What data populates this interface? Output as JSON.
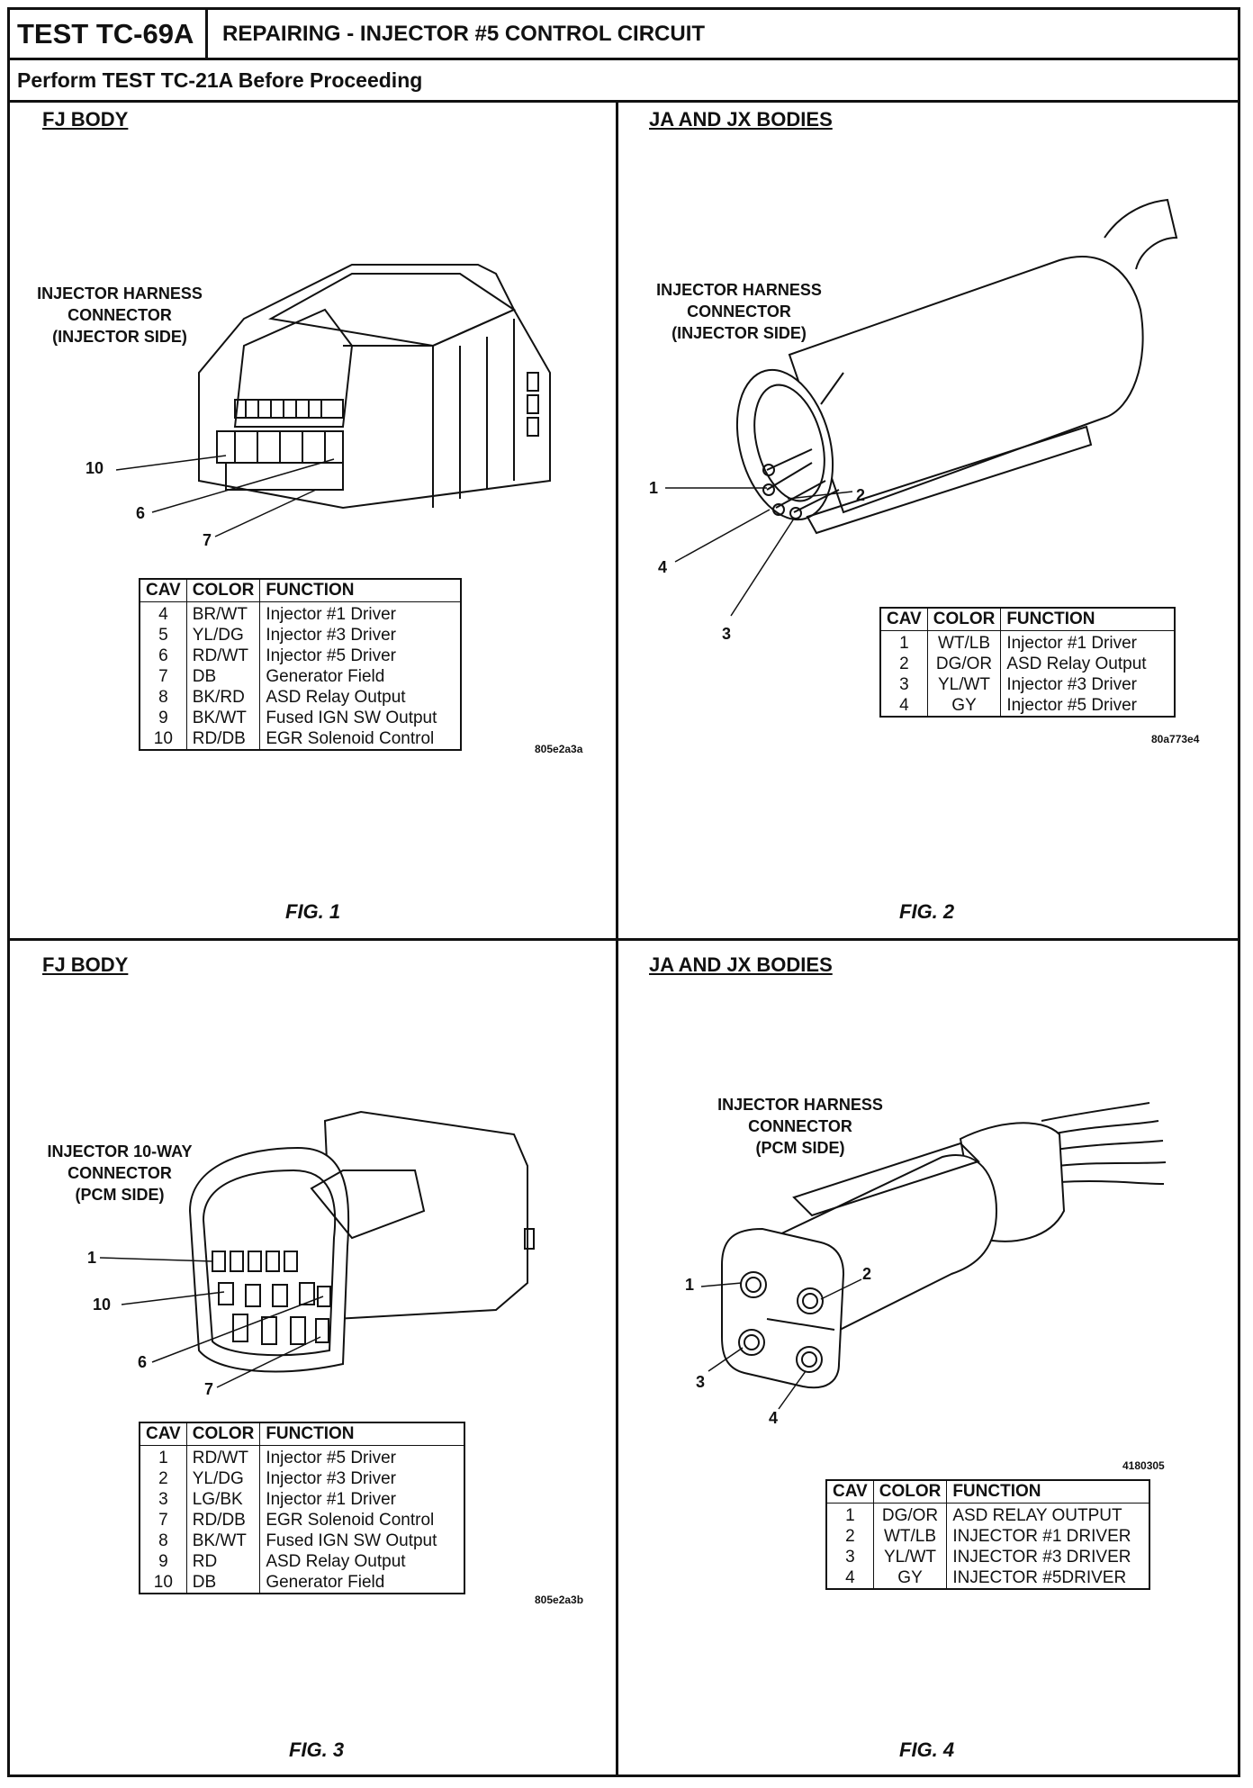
{
  "header": {
    "test_id": "TEST TC-69A",
    "title": "REPAIRING - INJECTOR #5 CONTROL CIRCUIT",
    "subtitle": "Perform TEST TC-21A Before Proceeding"
  },
  "panels": [
    {
      "title": "FJ BODY",
      "callout": [
        "INJECTOR HARNESS",
        "CONNECTOR",
        "(INJECTOR SIDE)"
      ],
      "pins": [
        "10",
        "6",
        "7"
      ],
      "table_headers": [
        "CAV",
        "COLOR",
        "FUNCTION"
      ],
      "rows": [
        [
          "4",
          "BR/WT",
          "Injector #1 Driver"
        ],
        [
          "5",
          "YL/DG",
          "Injector #3 Driver"
        ],
        [
          "6",
          "RD/WT",
          "Injector #5 Driver"
        ],
        [
          "7",
          "DB",
          "Generator Field"
        ],
        [
          "8",
          "BK/RD",
          "ASD Relay Output"
        ],
        [
          "9",
          "BK/WT",
          "Fused IGN SW Output"
        ],
        [
          "10",
          "RD/DB",
          "EGR Solenoid Control"
        ]
      ],
      "code": "805e2a3a",
      "fig": "FIG. 1"
    },
    {
      "title": "JA AND JX BODIES",
      "callout": [
        "INJECTOR HARNESS",
        "CONNECTOR",
        "(INJECTOR SIDE)"
      ],
      "pins": [
        "1",
        "2",
        "4",
        "3"
      ],
      "table_headers": [
        "CAV",
        "COLOR",
        "FUNCTION"
      ],
      "rows": [
        [
          "1",
          "WT/LB",
          "Injector #1 Driver"
        ],
        [
          "2",
          "DG/OR",
          "ASD Relay Output"
        ],
        [
          "3",
          "YL/WT",
          "Injector #3 Driver"
        ],
        [
          "4",
          "GY",
          "Injector #5 Driver"
        ]
      ],
      "code": "80a773e4",
      "fig": "FIG. 2"
    },
    {
      "title": "FJ BODY",
      "callout": [
        "INJECTOR 10-WAY",
        "CONNECTOR",
        "(PCM SIDE)"
      ],
      "pins": [
        "1",
        "10",
        "6",
        "7"
      ],
      "table_headers": [
        "CAV",
        "COLOR",
        "FUNCTION"
      ],
      "rows": [
        [
          "1",
          "RD/WT",
          "Injector #5 Driver"
        ],
        [
          "2",
          "YL/DG",
          "Injector #3 Driver"
        ],
        [
          "3",
          "LG/BK",
          "Injector #1 Driver"
        ],
        [
          "7",
          "RD/DB",
          "EGR Solenoid Control"
        ],
        [
          "8",
          "BK/WT",
          "Fused IGN SW Output"
        ],
        [
          "9",
          "RD",
          "ASD Relay Output"
        ],
        [
          "10",
          "DB",
          "Generator Field"
        ]
      ],
      "code": "805e2a3b",
      "fig": "FIG. 3"
    },
    {
      "title": "JA AND JX BODIES",
      "callout": [
        "INJECTOR HARNESS",
        "CONNECTOR",
        "(PCM SIDE)"
      ],
      "pins": [
        "1",
        "2",
        "3",
        "4"
      ],
      "table_headers": [
        "CAV",
        "COLOR",
        "FUNCTION"
      ],
      "rows": [
        [
          "1",
          "DG/OR",
          "ASD RELAY OUTPUT"
        ],
        [
          "2",
          "WT/LB",
          "INJECTOR #1 DRIVER"
        ],
        [
          "3",
          "YL/WT",
          "INJECTOR #3 DRIVER"
        ],
        [
          "4",
          "GY",
          "INJECTOR #5DRIVER"
        ]
      ],
      "code": "4180305",
      "fig": "FIG. 4"
    }
  ]
}
